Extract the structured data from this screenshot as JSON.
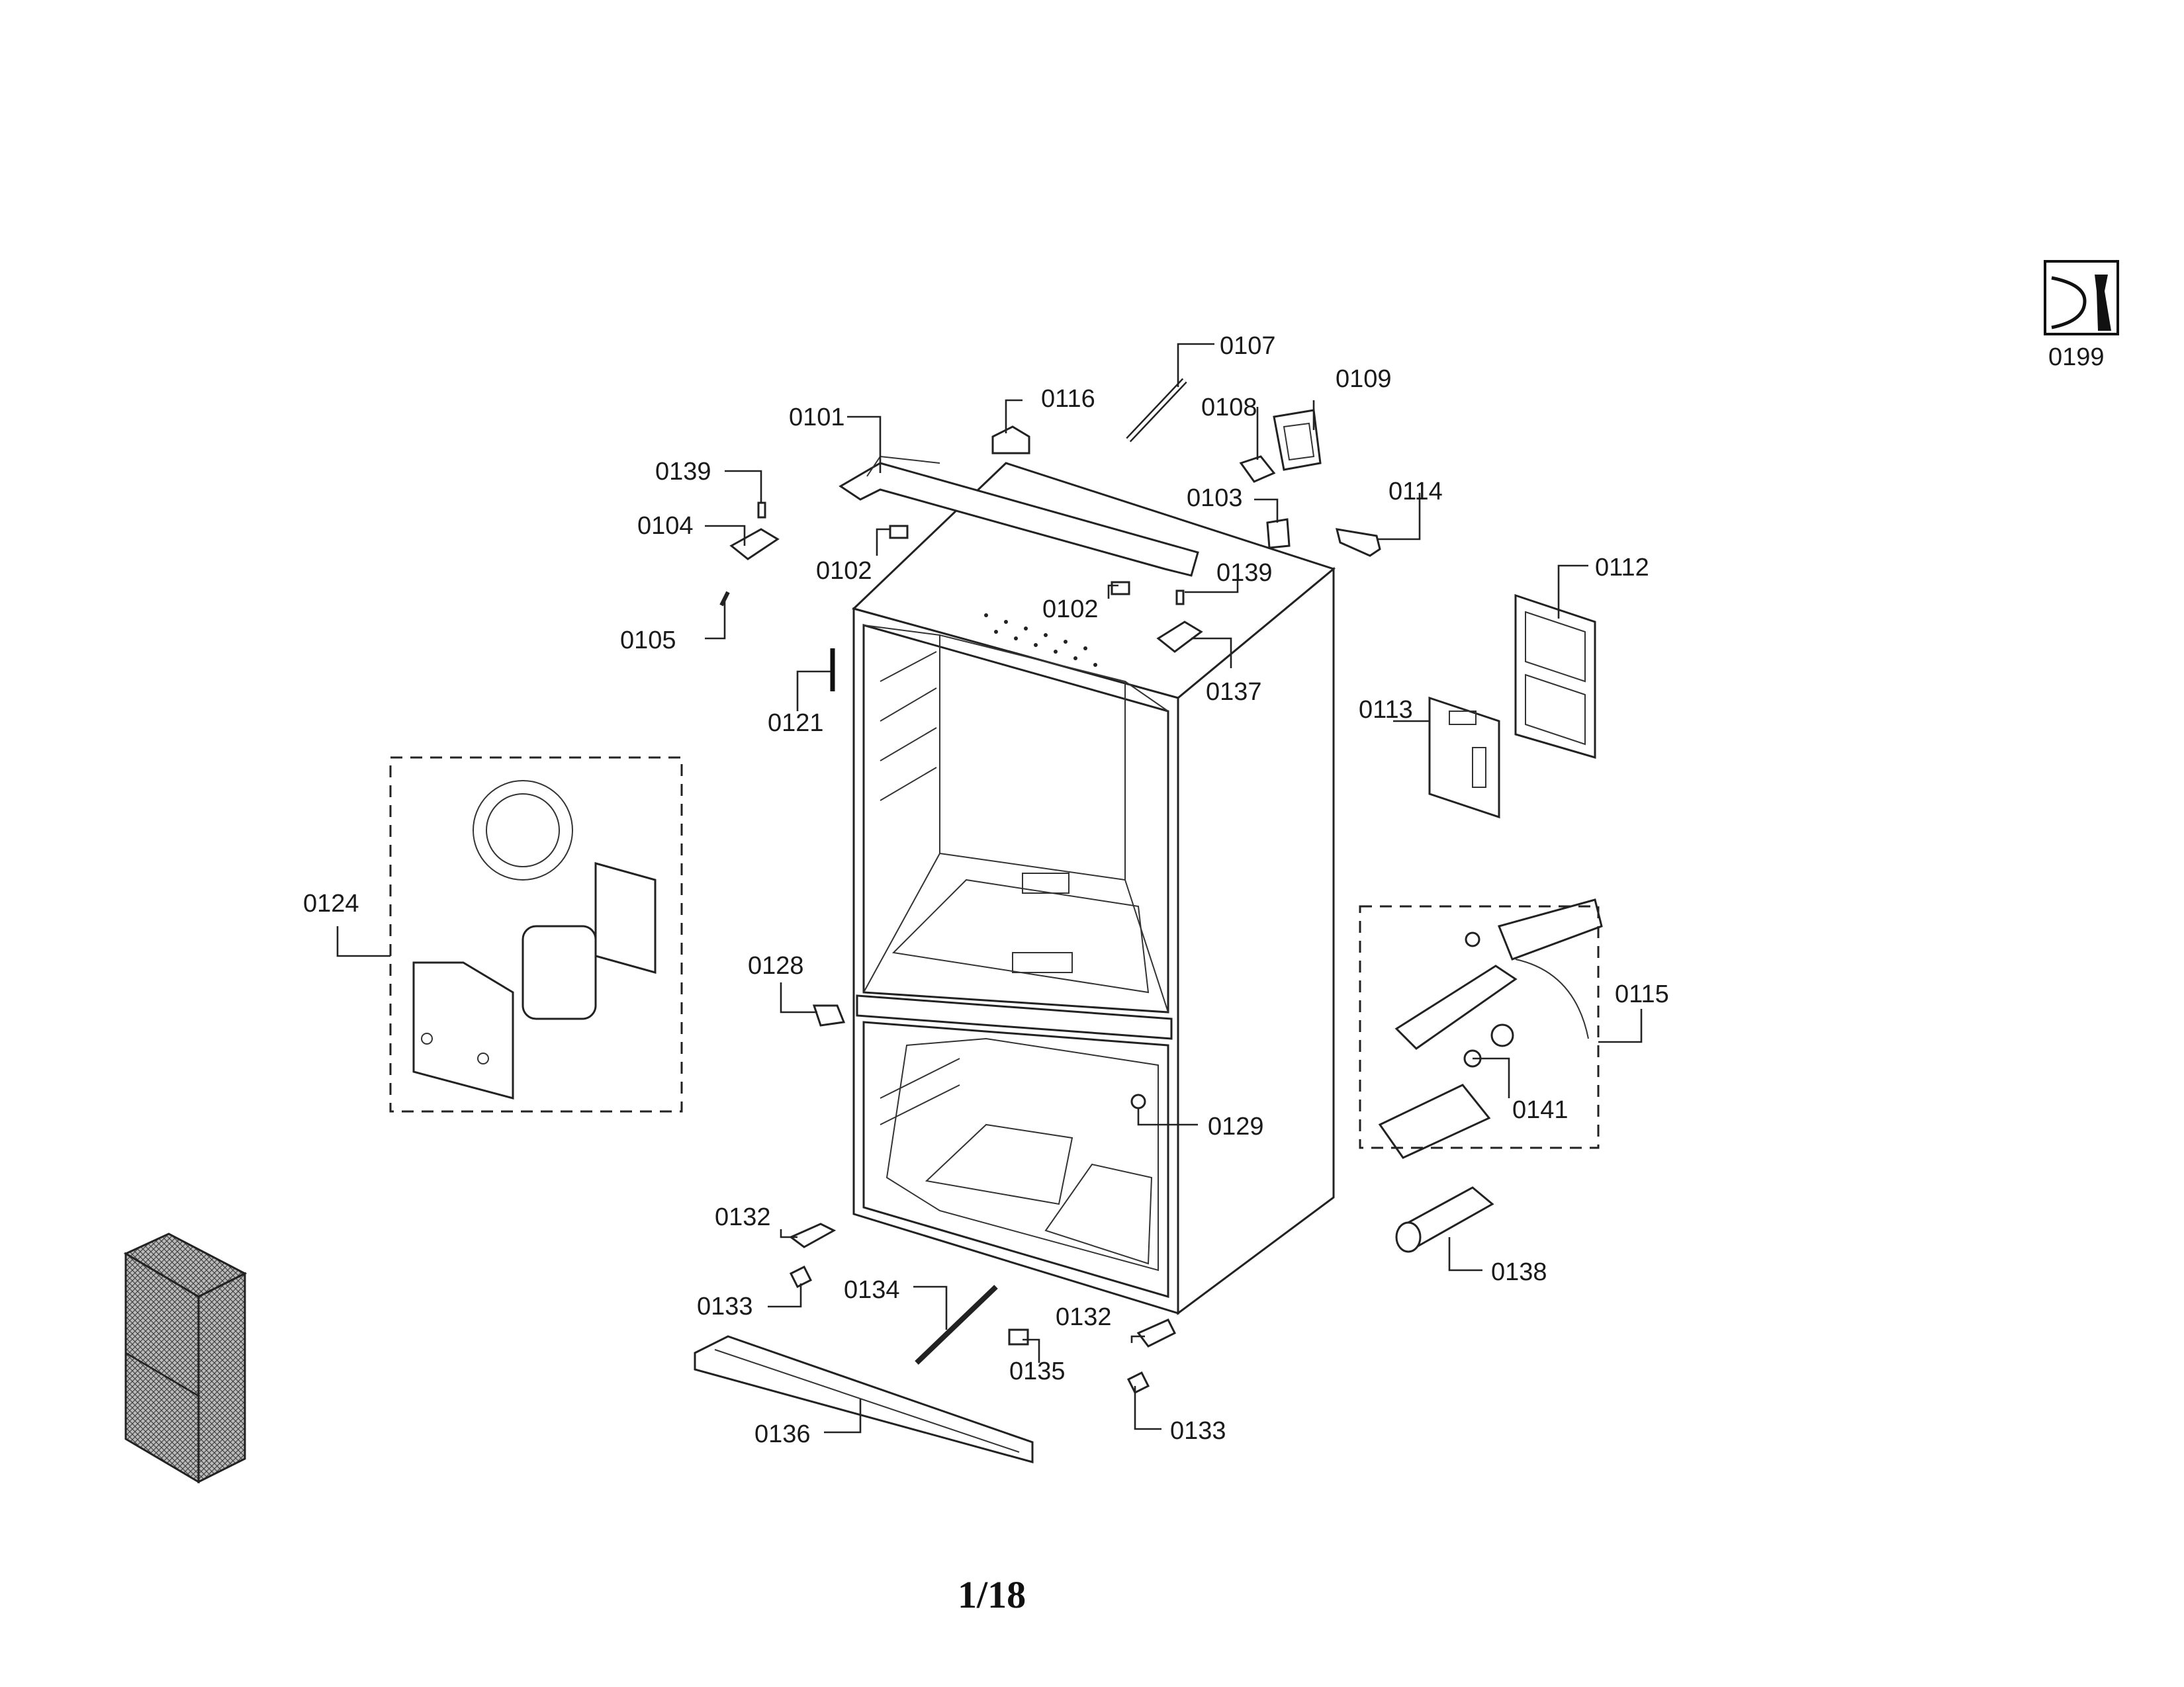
{
  "page": {
    "number": "1/18"
  },
  "icon": {
    "name": "repair-manual-icon",
    "code": "0199"
  },
  "callouts": [
    {
      "id": "c0101",
      "text": "0101"
    },
    {
      "id": "c0102a",
      "text": "0102"
    },
    {
      "id": "c0102b",
      "text": "0102"
    },
    {
      "id": "c0103",
      "text": "0103"
    },
    {
      "id": "c0104",
      "text": "0104"
    },
    {
      "id": "c0105",
      "text": "0105"
    },
    {
      "id": "c0107",
      "text": "0107"
    },
    {
      "id": "c0108",
      "text": "0108"
    },
    {
      "id": "c0109",
      "text": "0109"
    },
    {
      "id": "c0112",
      "text": "0112"
    },
    {
      "id": "c0113",
      "text": "0113"
    },
    {
      "id": "c0114",
      "text": "0114"
    },
    {
      "id": "c0115",
      "text": "0115"
    },
    {
      "id": "c0116",
      "text": "0116"
    },
    {
      "id": "c0121",
      "text": "0121"
    },
    {
      "id": "c0124",
      "text": "0124"
    },
    {
      "id": "c0128",
      "text": "0128"
    },
    {
      "id": "c0129",
      "text": "0129"
    },
    {
      "id": "c0132a",
      "text": "0132"
    },
    {
      "id": "c0132b",
      "text": "0132"
    },
    {
      "id": "c0133a",
      "text": "0133"
    },
    {
      "id": "c0133b",
      "text": "0133"
    },
    {
      "id": "c0134",
      "text": "0134"
    },
    {
      "id": "c0135",
      "text": "0135"
    },
    {
      "id": "c0136",
      "text": "0136"
    },
    {
      "id": "c0137",
      "text": "0137"
    },
    {
      "id": "c0138",
      "text": "0138"
    },
    {
      "id": "c0139a",
      "text": "0139"
    },
    {
      "id": "c0139b",
      "text": "0139"
    },
    {
      "id": "c0141",
      "text": "0141"
    }
  ]
}
